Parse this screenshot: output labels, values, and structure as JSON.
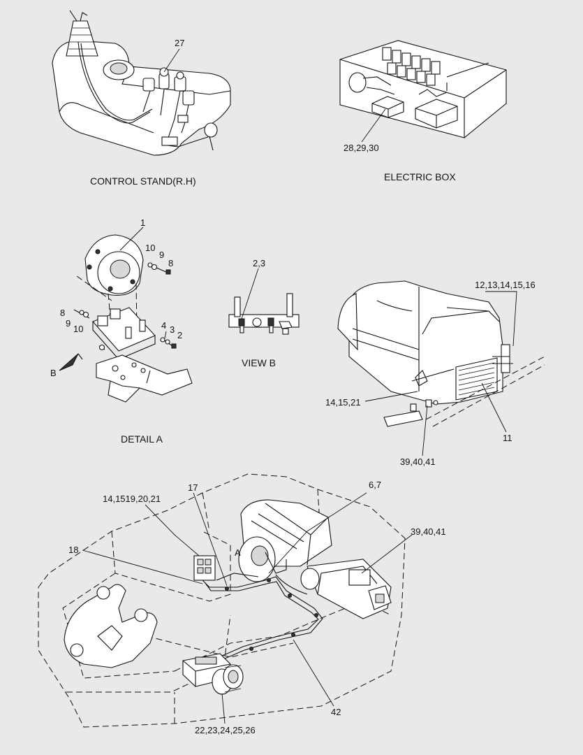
{
  "views": {
    "control_stand": {
      "caption": "CONTROL STAND(R.H)",
      "callouts": [
        "27"
      ]
    },
    "electric_box": {
      "caption": "ELECTRIC BOX",
      "callouts": [
        "28,29,30"
      ]
    },
    "detail_a": {
      "caption": "DETAIL  A",
      "callouts": [
        "1",
        "10",
        "9",
        "8",
        "8",
        "9",
        "10",
        "4",
        "3",
        "2",
        "B"
      ]
    },
    "view_b": {
      "caption": "VIEW  B",
      "callouts": [
        "2,3"
      ]
    },
    "engine_detail": {
      "callouts": [
        "12,13,14,15,16",
        "14,15,21",
        "11",
        "39,40,41"
      ]
    },
    "main_assembly": {
      "callouts": [
        "14,1519,20,21",
        "17",
        "6,7",
        "18",
        "A",
        "39,40,41",
        "42",
        "22,23,24,25,26"
      ]
    }
  }
}
